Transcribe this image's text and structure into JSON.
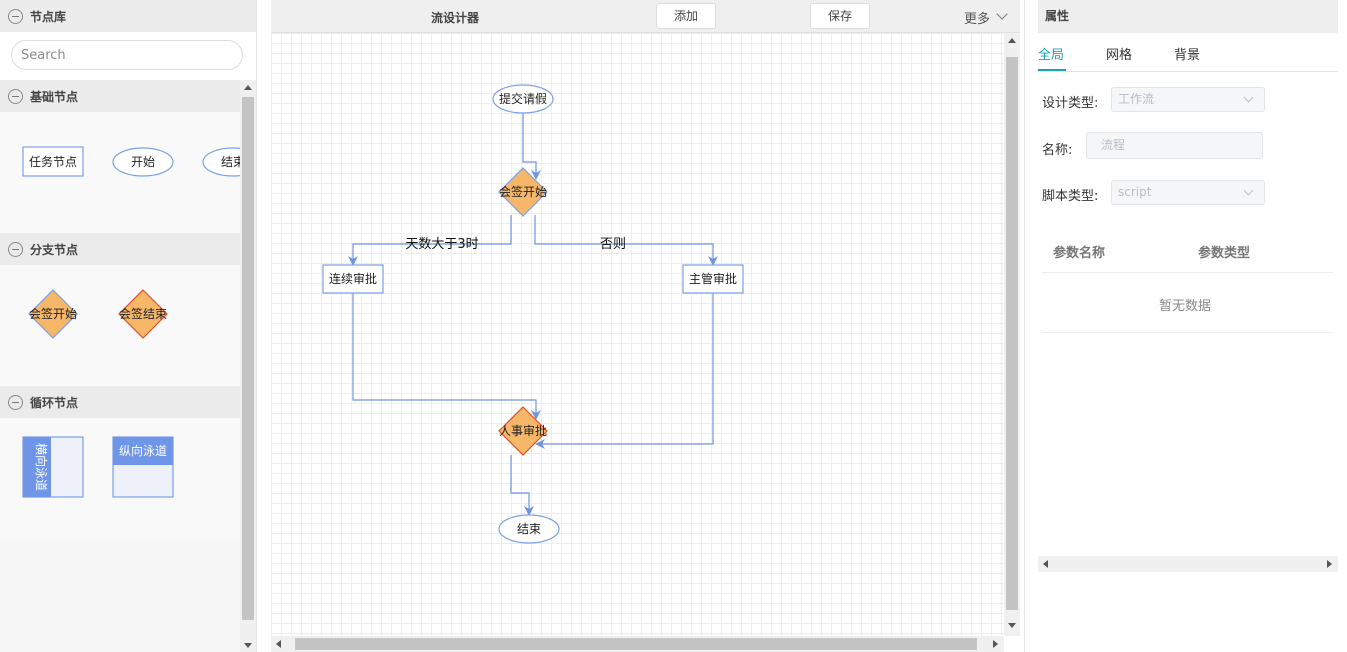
{
  "left_panel": {
    "title": "节点库",
    "search_placeholder": "Search",
    "groups": [
      {
        "title": "基础节点",
        "nodes": [
          "任务节点",
          "开始",
          "结束"
        ]
      },
      {
        "title": "分支节点",
        "nodes": [
          "会签开始",
          "会签结束"
        ]
      },
      {
        "title": "循环节点",
        "nodes": [
          "横向泳道",
          "纵向泳道"
        ]
      }
    ]
  },
  "toolbar": {
    "title": "流设计器",
    "add_label": "添加",
    "save_label": "保存",
    "more_label": "更多"
  },
  "flow": {
    "nodes": {
      "submit": "提交请假",
      "countersign_start": "会签开始",
      "continuous_approval": "连续审批",
      "manager_approval": "主管审批",
      "hr_approval": "人事审批",
      "end": "结束"
    },
    "edges": {
      "days_gt_3": "天数大于3时",
      "otherwise": "否则"
    }
  },
  "right_panel": {
    "title": "属性",
    "tabs": [
      "全局",
      "网格",
      "背景"
    ],
    "active_tab": "全局",
    "form": {
      "design_type_label": "设计类型:",
      "design_type_value": "工作流",
      "name_label": "名称:",
      "name_placeholder": "流程",
      "script_type_label": "脚本类型:",
      "script_type_value": "script"
    },
    "table": {
      "columns": [
        "参数名称",
        "参数类型"
      ],
      "empty_text": "暂无数据"
    }
  },
  "colors": {
    "node_border": "#7aa0e8",
    "diamond_fill": "#f7b769",
    "edge": "#6f95e0",
    "active_tab": "#1aa1b9"
  }
}
